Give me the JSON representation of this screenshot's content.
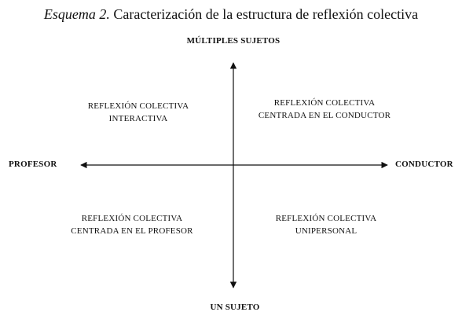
{
  "title": {
    "prefix": "Esquema 2.",
    "text": "Caracterización de la estructura de reflexión colectiva"
  },
  "axes": {
    "top": "MÚLTIPLES SUJETOS",
    "bottom": "UN SUJETO",
    "left": "PROFESOR",
    "right": "CONDUCTOR"
  },
  "quadrants": {
    "top_left": {
      "line1": "REFLEXIÓN COLECTIVA",
      "line2": "INTERACTIVA"
    },
    "top_right": {
      "line1": "REFLEXIÓN COLECTIVA",
      "line2": "CENTRADA EN EL CONDUCTOR"
    },
    "bottom_left": {
      "line1": "REFLEXIÓN COLECTIVA",
      "line2": "CENTRADA EN EL PROFESOR"
    },
    "bottom_right": {
      "line1": "REFLEXIÓN COLECTIVA",
      "line2": "UNIPERSONAL"
    }
  },
  "colors": {
    "ink": "#111111",
    "background": "#ffffff"
  }
}
